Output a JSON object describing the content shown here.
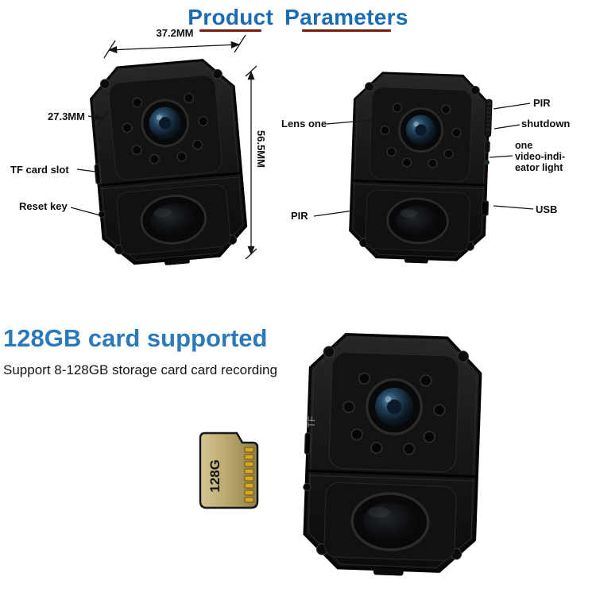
{
  "page": {
    "title": {
      "word1": "Product",
      "word2": "Parameters"
    },
    "colors": {
      "accent_blue": "#1a6cb4",
      "heading_blue": "#2a79bb",
      "underline_red": "#7b1c10",
      "camera_black": "#141414",
      "sd_gold": "#d9a823"
    }
  },
  "dimensions": {
    "width": "37.2MM",
    "depth": "27.3MM",
    "height": "56.5MM"
  },
  "left_camera": {
    "tf_card_slot": "TF card slot",
    "reset_key": "Reset key"
  },
  "right_camera": {
    "lens_one": "Lens one",
    "pir_front": "PIR",
    "pir_side": "PIR",
    "shutdown": "shutdown",
    "indicator_line1": "one",
    "indicator_line2": "video-indi-",
    "indicator_line3": "eator light",
    "usb": "USB"
  },
  "storage": {
    "heading": "128GB card supported",
    "subheading": "Support 8-128GB storage card card recording",
    "card_label": "128G",
    "camera_side_marking": "TF"
  }
}
